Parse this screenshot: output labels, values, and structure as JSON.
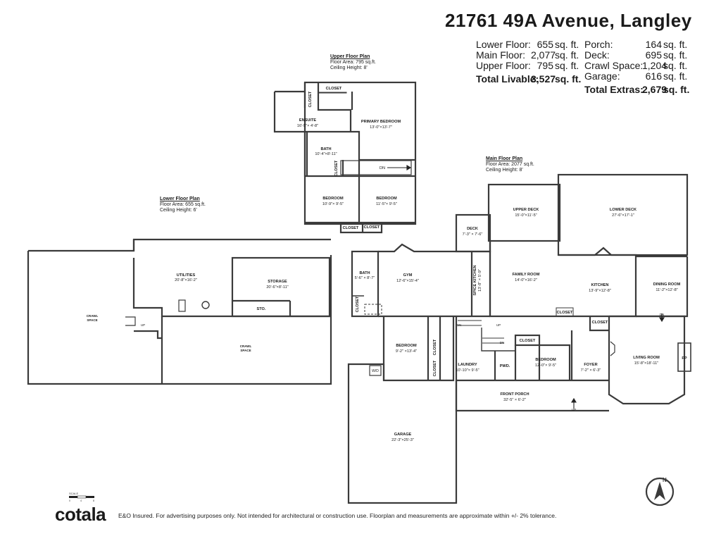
{
  "title": "21761 49A Avenue, Langley",
  "areas_left": [
    {
      "label": "Lower Floor:",
      "value": "655",
      "unit": "sq. ft."
    },
    {
      "label": "Main Floor:",
      "value": "2,077",
      "unit": "sq. ft."
    },
    {
      "label": "Upper Floor:",
      "value": "795",
      "unit": "sq. ft."
    }
  ],
  "total_livable": {
    "label": "Total Livable:",
    "value": "3,527",
    "unit": "sq. ft."
  },
  "areas_right": [
    {
      "label": "Porch:",
      "value": "164",
      "unit": "sq. ft."
    },
    {
      "label": "Deck:",
      "value": "695",
      "unit": "sq. ft."
    },
    {
      "label": "Crawl Space:",
      "value": "1,204",
      "unit": "sq. ft."
    },
    {
      "label": "Garage:",
      "value": "616",
      "unit": "sq. ft."
    }
  ],
  "total_extras": {
    "label": "Total Extras:",
    "value": "2,679",
    "unit": "sq. ft."
  },
  "upper_plan": {
    "heading": "Upper Floor Plan",
    "area": "Floor Area: 795 sq.ft.",
    "ceiling": "Ceiling Height: 8'"
  },
  "main_plan": {
    "heading": "Main Floor Plan",
    "area": "Floor Area: 2077 sq.ft.",
    "ceiling": "Ceiling Height: 8'"
  },
  "lower_plan": {
    "heading": "Lower Floor Plan",
    "area": "Floor Area: 655 sq.ft.",
    "ceiling": "Ceiling Height: 6'"
  },
  "rooms": {
    "closet": "CLOSET",
    "ensuite": "ENSUITE",
    "ensuite_dim": "16'-5\"× 4'-8\"",
    "primary_bedroom": "PRIMARY BEDROOM",
    "primary_bedroom_dim": "13'-0\"×13'-7\"",
    "upper_bath": "BATH",
    "upper_bath_dim": "10'-4\"×8'-11\"",
    "bedroom": "BEDROOM",
    "bedroom_u1_dim": "10'-9\"× 9'-5\"",
    "bedroom_u2_dim": "11'-5\"× 9'-5\"",
    "dn": "DN",
    "up": "UP",
    "upper_deck": "UPPER DECK",
    "upper_deck_dim": "15'-0\"×11'-5\"",
    "lower_deck": "LOWER DECK",
    "lower_deck_dim": "27'-6\"×17'-1\"",
    "deck": "DECK",
    "deck_dim": "7'-3\" × 7'-6\"",
    "main_bath": "BATH",
    "main_bath_dim": "5'-6\" × 8'-7\"",
    "gym": "GYM",
    "gym_dim": "12'-6\"×15'-4\"",
    "spice_kitchen": "SPICE KITCHEN",
    "spice_kitchen_dim": "13'-8\" × 5'-9\"",
    "family_room": "FAMILY ROOM",
    "family_room_dim": "14'-0\"×16'-2\"",
    "kitchen": "KITCHEN",
    "kitchen_dim": "13'-9\"×12'-8\"",
    "dining_room": "DINING ROOM",
    "dining_room_dim": "11'-2\"×12'-8\"",
    "bedroom_m1_dim": "9'-2\" ×13'-4\"",
    "laundry": "LAUNDRY",
    "laundry_dim": "10'-10\"× 9'-5\"",
    "pwd": "PWD.",
    "bedroom_m2_dim": "12'-0\"× 9'-5\"",
    "foyer": "FOYER",
    "foyer_dim": "7'-2\" × 6'-3\"",
    "living_room": "LIVING ROOM",
    "living_room_dim": "15'-8\"×18'-11\"",
    "fp": "FP",
    "wd": "W/D",
    "front_porch": "FRONT PORCH",
    "front_porch_dim": "32'-5\" × 6'-2\"",
    "garage": "GARAGE",
    "garage_dim": "22'-3\"×25'-3\"",
    "utilities": "UTILITIES",
    "utilities_dim": "20'-8\"×16'-2\"",
    "storage": "STORAGE",
    "storage_dim": "20'-6\"×8'-11\"",
    "sto": "STO.",
    "crawl": "CRAWL",
    "space": "SPACE"
  },
  "north": "N",
  "scale_label": "SCALE",
  "scale_ticks": [
    "0",
    "4",
    "8"
  ],
  "brand": "cotala",
  "disclaimer": "E&O Insured. For advertising purposes only. Not intended for architectural or construction use. Floorplan and measurements are approximate within +/- 2% tolerance."
}
